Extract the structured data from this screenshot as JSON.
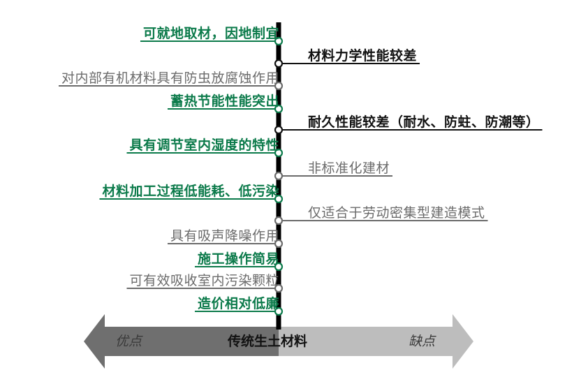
{
  "colors": {
    "advantage": "#0b7a4a",
    "neutral": "#6b6b6b",
    "disadvantage": "#111111",
    "spine": "#000000",
    "arrow_left": "#6f6f6f",
    "arrow_right": "#bdbdbd"
  },
  "banner": {
    "advantages_label": "优点",
    "center_label": "传统生土材料",
    "disadvantages_label": "缺点"
  },
  "left_items": [
    {
      "text": "可就地取材，因地制宜",
      "style": "green"
    },
    {
      "text": "对内部有机材料具有防虫放腐蚀作用",
      "style": "gray"
    },
    {
      "text": "蓄热节能性能突出",
      "style": "green"
    },
    {
      "text": "具有调节室内湿度的特性",
      "style": "green"
    },
    {
      "text": "材料加工过程低能耗、低污染",
      "style": "green"
    },
    {
      "text": "具有吸声降噪作用",
      "style": "gray"
    },
    {
      "text": "施工操作简易",
      "style": "green"
    },
    {
      "text": "可有效吸收室内污染颗粒",
      "style": "gray"
    },
    {
      "text": "造价相对低廉",
      "style": "green"
    }
  ],
  "right_items": [
    {
      "text": "材料力学性能较差",
      "style": "black"
    },
    {
      "text": "耐久性能较差（耐水、防蛀、防潮等）",
      "style": "black"
    },
    {
      "text": "非标准化建材",
      "style": "gray"
    },
    {
      "text": "仅适合于劳动密集型建造模式",
      "style": "gray"
    }
  ]
}
